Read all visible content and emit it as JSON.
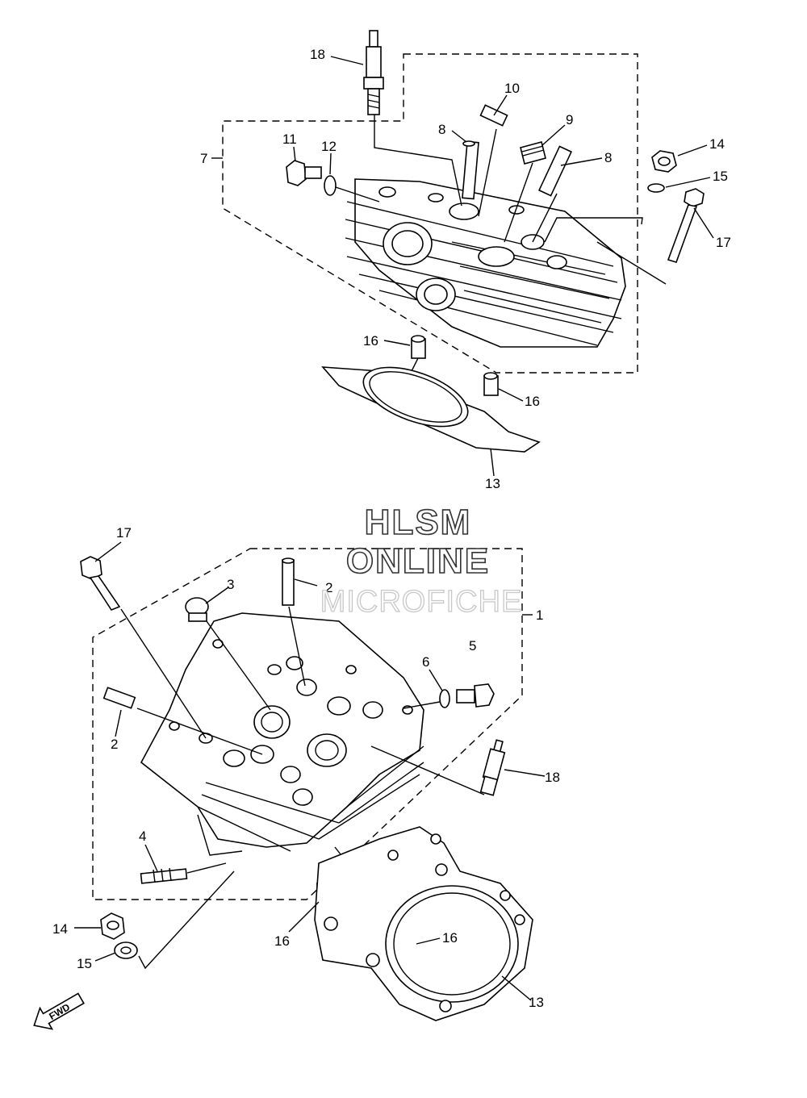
{
  "watermark": {
    "line1": "HLSM",
    "line2": "ONLINE",
    "line3": "MICROFICHE"
  },
  "fwd_arrow_label": "FWD",
  "callouts": {
    "upper": {
      "spark_plug": "18",
      "group_head": "7",
      "stud": "10",
      "guide_a": "8",
      "guide_b": "8",
      "seal": "9",
      "bolt": "11",
      "washer": "12",
      "nut": "14",
      "washer_small": "15",
      "long_bolt": "17",
      "dowel_a": "16",
      "dowel_b": "16",
      "gasket": "13"
    },
    "lower": {
      "long_bolt": "17",
      "plug": "3",
      "guide_a": "2",
      "group_head": "1",
      "sub_assy": "5",
      "washer": "6",
      "guide_b": "2",
      "spark_plug": "18",
      "stud": "4",
      "nut": "14",
      "washer_small": "15",
      "dowel_a": "16",
      "dowel_b": "16",
      "gasket": "13"
    }
  }
}
